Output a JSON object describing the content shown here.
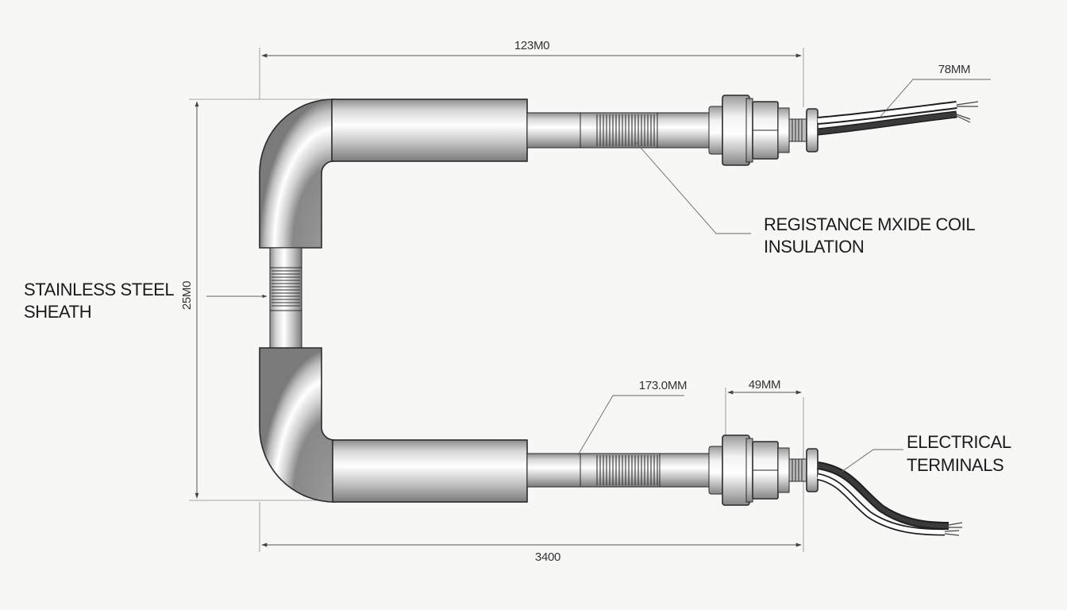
{
  "diagram": {
    "dimensions": {
      "top_length": "123M0",
      "wire_length": "78MM",
      "height": "25M0",
      "section_length": "173.0MM",
      "fitting_length": "49MM",
      "bottom_length": "3400"
    },
    "labels": {
      "coil_line1": "REGISTANCE MXIDE COIL",
      "coil_line2": "INSULATION",
      "sheath_line1": "STAINLESS STEEL",
      "sheath_line2": "SHEATH",
      "terminals_line1": "ELECTRICAL",
      "terminals_line2": "TERMINALS"
    },
    "colors": {
      "background": "#f7f7f6",
      "tube_mid": "#dcdcdc",
      "tube_dark": "#8e8e8e",
      "tube_highlight": "#ffffff",
      "wire_black": "#222222",
      "wire_white": "#ffffff"
    }
  }
}
